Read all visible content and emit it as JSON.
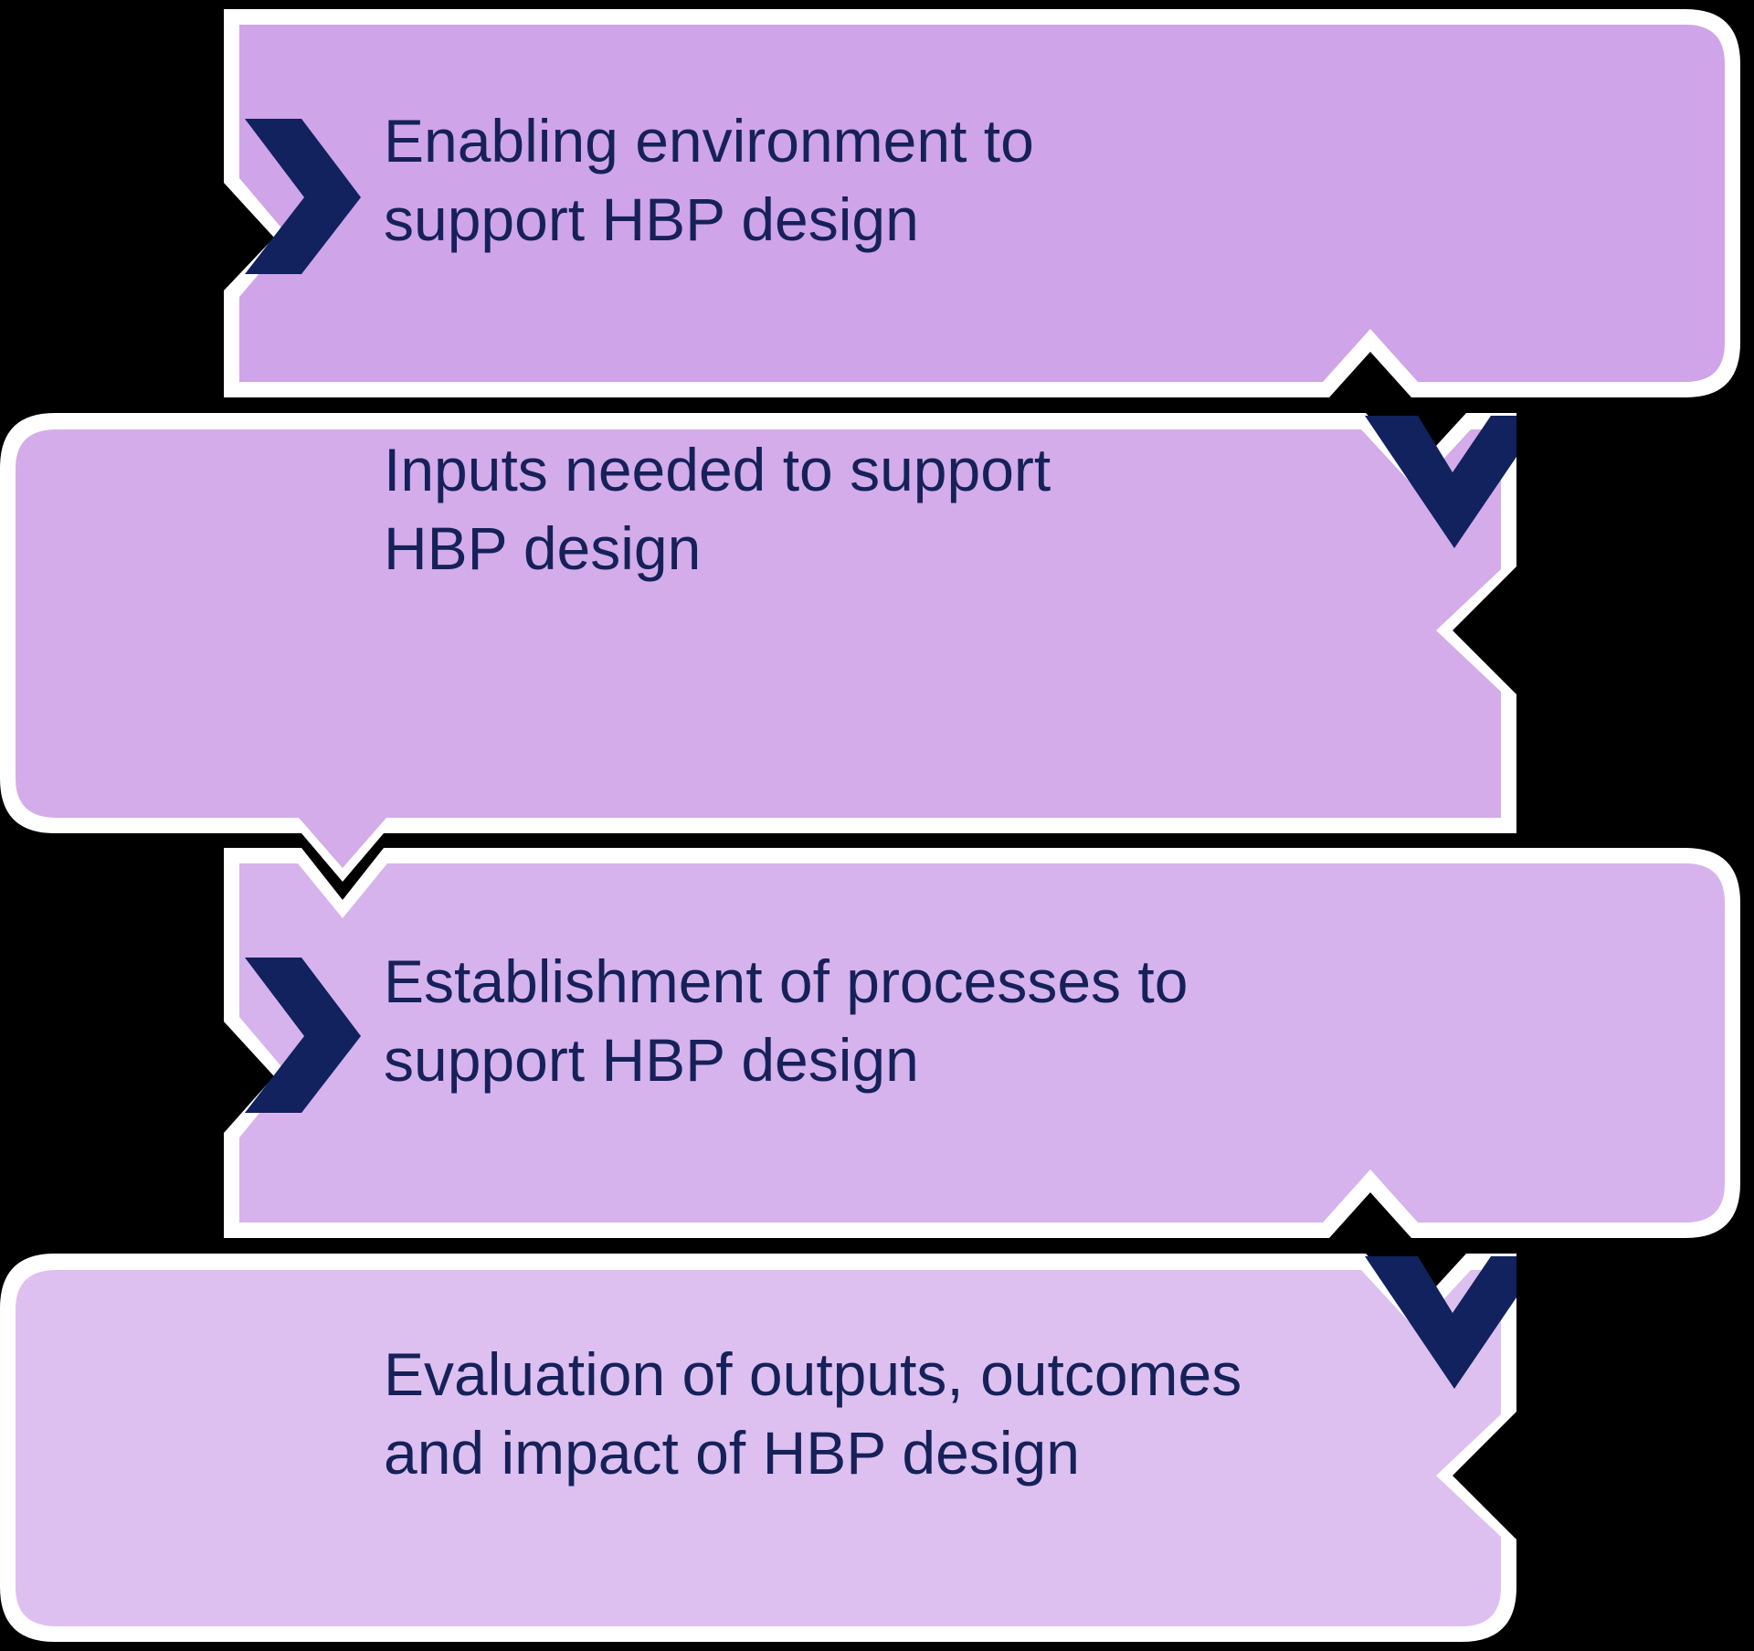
{
  "diagram": {
    "title": "HBP design framework flow",
    "type": "chevron-flow",
    "colors": {
      "background": "#000000",
      "box_fill_1": "#cfa4e8",
      "box_fill_2": "#d3ace9",
      "box_fill_3": "#d6b3ec",
      "box_fill_4": "#ddc0f0",
      "outline": "#ffffff",
      "chevron": "#11225e",
      "text": "#162159"
    },
    "steps": [
      {
        "index": 1,
        "name": "enabling-environment",
        "line1": "Enabling environment to",
        "line2": "support HBP design",
        "marker": "right-chevron",
        "marker_side": "left"
      },
      {
        "index": 2,
        "name": "inputs-needed",
        "line1": "Inputs needed to support",
        "line2": "HBP design",
        "marker": "down-chevron",
        "marker_side": "right"
      },
      {
        "index": 3,
        "name": "establishment-of-processes",
        "line1": "Establishment of processes to",
        "line2": "support HBP design",
        "marker": "right-chevron",
        "marker_side": "left"
      },
      {
        "index": 4,
        "name": "evaluation-of-outputs",
        "line1": "Evaluation of outputs, outcomes",
        "line2": "and impact of HBP design",
        "marker": "down-chevron",
        "marker_side": "right"
      }
    ]
  }
}
